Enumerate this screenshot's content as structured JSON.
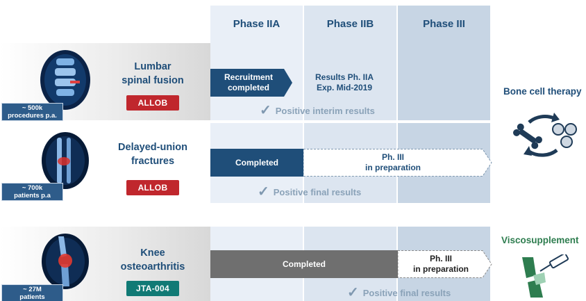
{
  "phases": [
    "Phase IIA",
    "Phase IIB",
    "Phase III"
  ],
  "rows": [
    {
      "indication": [
        "Lumbar",
        "spinal fusion"
      ],
      "product": "ALLOB",
      "market": [
        "~ 500k",
        "procedures p.a."
      ],
      "bar1": [
        "Recruitment",
        "completed"
      ],
      "next": [
        "Results Ph. IIA",
        "Exp. Mid-2019"
      ],
      "result": "Positive interim results",
      "icon": "spine-icon"
    },
    {
      "indication": [
        "Delayed-union",
        "fractures"
      ],
      "product": "ALLOB",
      "market": [
        "~ 700k",
        "patients p.a"
      ],
      "bar1": "Completed",
      "next": [
        "Ph. III",
        "in preparation"
      ],
      "result": "Positive final results",
      "icon": "leg-bone-icon"
    },
    {
      "indication": [
        "Knee",
        "osteoarthritis"
      ],
      "product": "JTA-004",
      "market": [
        "~ 27M",
        "patients"
      ],
      "bar1": "Completed",
      "next": [
        "Ph. III",
        "in preparation"
      ],
      "result": "Positive final results",
      "icon": "knee-joint-icon"
    }
  ],
  "categories": [
    {
      "label": "Bone cell therapy",
      "icon": "bone-cell-cycle-icon",
      "color": "#1f4e79"
    },
    {
      "label": "Viscosupplement",
      "icon": "knee-injection-icon",
      "color": "#2e7d4f"
    }
  ],
  "colors": {
    "navy": "#1f4e79",
    "badge_red": "#c0272d",
    "badge_teal": "#117a75",
    "grey_bar": "#6f6f6f",
    "phase_light": "#e6edf6",
    "phase_mid": "#d7e2ee",
    "phase_dark": "#c2d2e2"
  }
}
